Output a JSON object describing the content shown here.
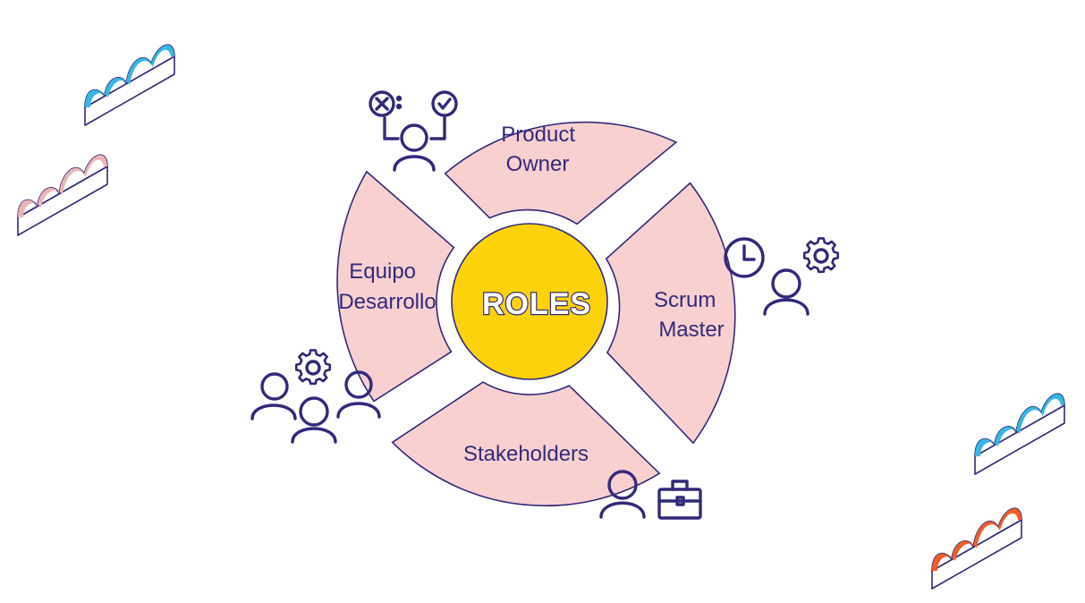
{
  "diagram": {
    "center": {
      "label": "ROLES"
    },
    "segments": [
      {
        "id": "product-owner",
        "label_lines": [
          "Product",
          "Owner"
        ]
      },
      {
        "id": "scrum-master",
        "label_lines": [
          "Scrum",
          "Master"
        ]
      },
      {
        "id": "stakeholders",
        "label_lines": [
          "Stakeholders"
        ]
      },
      {
        "id": "equipo-desarrollo",
        "label_lines": [
          "Equipo",
          "Desarrollo"
        ]
      }
    ],
    "icons": [
      "person-reject-approve-icon",
      "clock-icon",
      "gear-icon",
      "person-icon",
      "briefcase-icon",
      "team-icon"
    ],
    "decorations": [
      "cloud-icon",
      "cloud-icon",
      "cloud-icon",
      "cloud-icon"
    ]
  },
  "colors": {
    "segment_fill": "#f8d0d0",
    "segment_stroke": "#322a7a",
    "center_fill": "#fcd20a",
    "ink": "#322a7a",
    "cloud_blue": "#38b6e3",
    "cloud_pink": "#e9b5b5",
    "cloud_orange": "#ec5f2a"
  }
}
